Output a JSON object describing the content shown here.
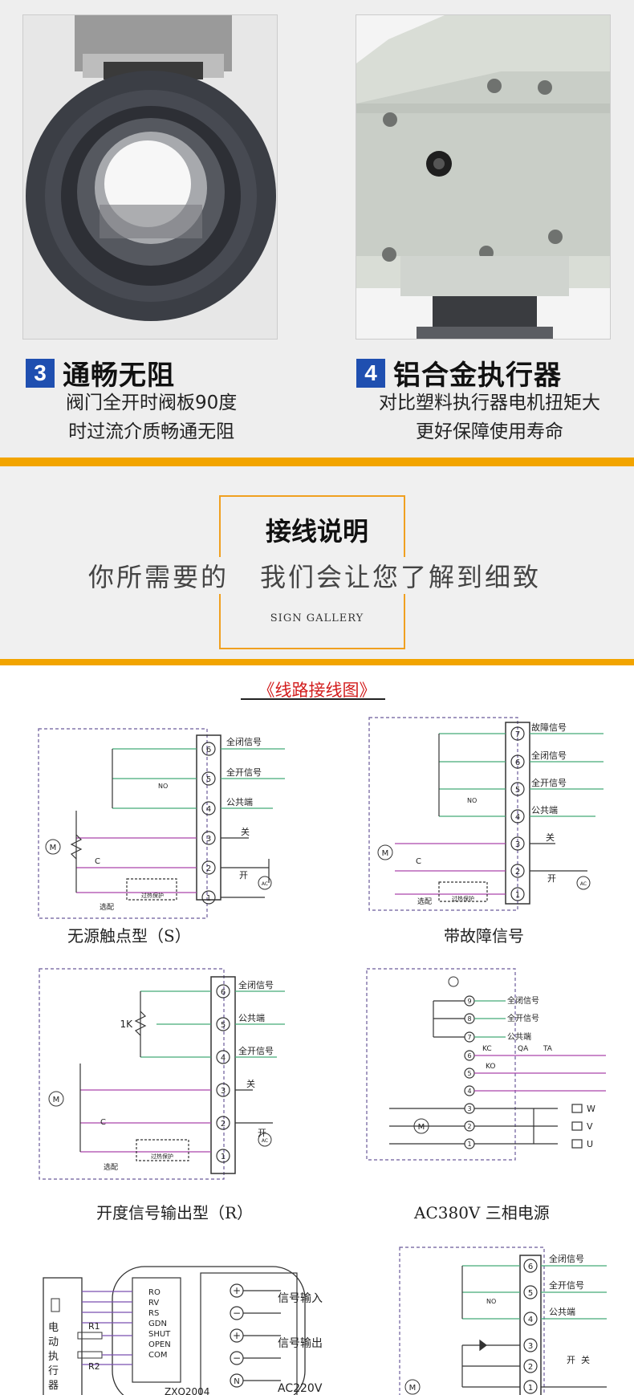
{
  "features": [
    {
      "number": "3",
      "title": "通畅无阻",
      "desc_line1": "阀门全开时阀板90度",
      "desc_line2": "时过流介质畅通无阻"
    },
    {
      "number": "4",
      "title": "铝合金执行器",
      "desc_line1": "对比塑料执行器电机扭矩大",
      "desc_line2": "更好保障使用寿命"
    }
  ],
  "wiring_section": {
    "title": "接线说明",
    "subtitle_left": "你所需要的",
    "subtitle_right": "我们会让您了解到细致",
    "gallery": "SIGN GALLERY"
  },
  "diagrams_title": "《线路接线图》",
  "diagrams": {
    "passive": {
      "caption": "无源触点型（S）",
      "labels": {
        "t6": "全闭信号",
        "t5": "全开信号",
        "t4": "公共端",
        "close": "关",
        "open": "开",
        "no": "NO",
        "c": "C",
        "m": "M",
        "ac": "AC",
        "opt": "选配",
        "protect": "过热保护"
      }
    },
    "fault": {
      "caption": "带故障信号",
      "labels": {
        "t7": "故障信号",
        "t6": "全闭信号",
        "t5": "全开信号",
        "t4": "公共端",
        "close": "关",
        "open": "开",
        "no": "NO",
        "c": "C",
        "m": "M",
        "ac": "AC",
        "opt": "选配",
        "protect": "过热保护"
      }
    },
    "position": {
      "caption": "开度信号输出型（R）",
      "labels": {
        "t6": "全闭信号",
        "t5": "公共端",
        "t4": "全开信号",
        "close": "关",
        "open": "开",
        "pot": "1K",
        "c": "C",
        "m": "M",
        "ac": "AC",
        "opt": "选配",
        "protect": "过热保护"
      }
    },
    "three_phase": {
      "caption": "AC380V 三相电源",
      "labels": {
        "t9": "全闭信号",
        "t8": "全开信号",
        "t7": "公共端",
        "kc": "KC",
        "ko": "KO",
        "qa": "QA",
        "ta": "TA",
        "w": "W",
        "v": "V",
        "u": "U",
        "m": "M"
      }
    },
    "controller": {
      "labels": {
        "side": [
          "电",
          "动",
          "执",
          "行",
          "器"
        ],
        "r1": "R1",
        "r2": "R2",
        "ports": [
          "RO",
          "RV",
          "RS",
          "GDN",
          "SHUT",
          "OPEN",
          "COM"
        ],
        "model": "ZXQ2004",
        "signal_in": "信号输入",
        "signal_out": "信号输出",
        "power": "AC220V",
        "plus": "+",
        "minus": "−",
        "n": "N"
      }
    },
    "regulating": {
      "labels": {
        "t6": "全闭信号",
        "t5": "全开信号",
        "t4": "公共端",
        "openclose": "开  关",
        "no": "NO",
        "m": "M"
      }
    }
  }
}
